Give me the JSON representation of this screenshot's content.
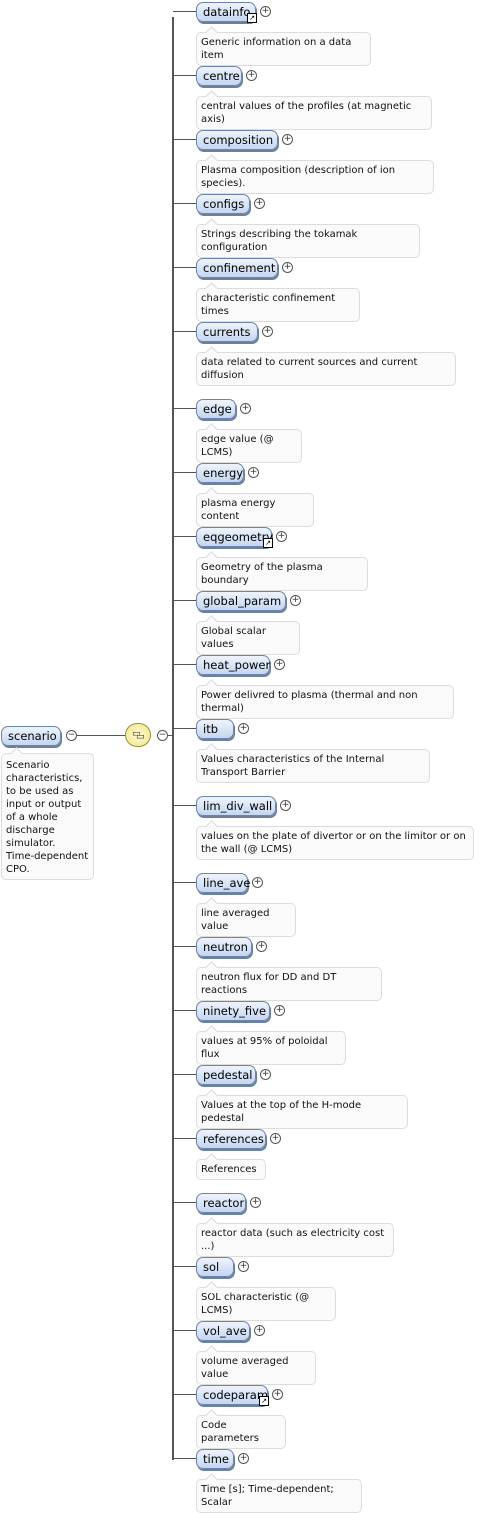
{
  "root": {
    "label": "scenario",
    "doc": [
      "Scenario",
      "characteristics,",
      "to be used as",
      "input or output",
      "of a whole",
      "discharge",
      "simulator.",
      "Time-dependent",
      "CPO."
    ]
  },
  "children": [
    {
      "label": "datainfo",
      "doc": "Generic information on a data item",
      "ref": true
    },
    {
      "label": "centre",
      "doc": "central values of the profiles (at magnetic axis)"
    },
    {
      "label": "composition",
      "doc": "Plasma composition (description of ion species)."
    },
    {
      "label": "configs",
      "doc": "Strings describing the tokamak configuration"
    },
    {
      "label": "confinement",
      "doc": "characteristic confinement times"
    },
    {
      "label": "currents",
      "doc": "data related to current sources and current diffusion",
      "doc_lines": [
        "data related to current sources and current",
        "diffusion"
      ]
    },
    {
      "label": "edge",
      "doc": "edge value (@ LCMS)"
    },
    {
      "label": "energy",
      "doc": "plasma energy content"
    },
    {
      "label": "eqgeometry",
      "doc": "Geometry of the plasma boundary",
      "ref": true
    },
    {
      "label": "global_param",
      "doc": "Global scalar values"
    },
    {
      "label": "heat_power",
      "doc": "Power delivred to plasma (thermal and non thermal)"
    },
    {
      "label": "itb",
      "doc": "Values characteristics of the Internal Transport Barrier",
      "doc_lines": [
        "Values characteristics of the Internal",
        "Transport Barrier"
      ]
    },
    {
      "label": "lim_div_wall",
      "doc": "values on the plate of divertor or on the limitor or on the wall (@ LCMS)",
      "doc_lines": [
        "values on the plate of divertor or on the limitor or on",
        "the wall (@ LCMS)"
      ]
    },
    {
      "label": "line_ave",
      "doc": "line averaged value"
    },
    {
      "label": "neutron",
      "doc": "neutron flux for DD and DT reactions"
    },
    {
      "label": "ninety_five",
      "doc": "values at 95% of poloidal flux"
    },
    {
      "label": "pedestal",
      "doc": "Values at the top of the H-mode pedestal"
    },
    {
      "label": "references",
      "doc": "References"
    },
    {
      "label": "reactor",
      "doc": "reactor data (such as electricity cost ...)"
    },
    {
      "label": "sol",
      "doc": "SOL characteristic (@ LCMS)"
    },
    {
      "label": "vol_ave",
      "doc": "volume averaged value"
    },
    {
      "label": "codeparam",
      "doc": "Code parameters",
      "ref": true
    },
    {
      "label": "time",
      "doc": "Time [s]; Time-dependent; Scalar"
    }
  ]
}
